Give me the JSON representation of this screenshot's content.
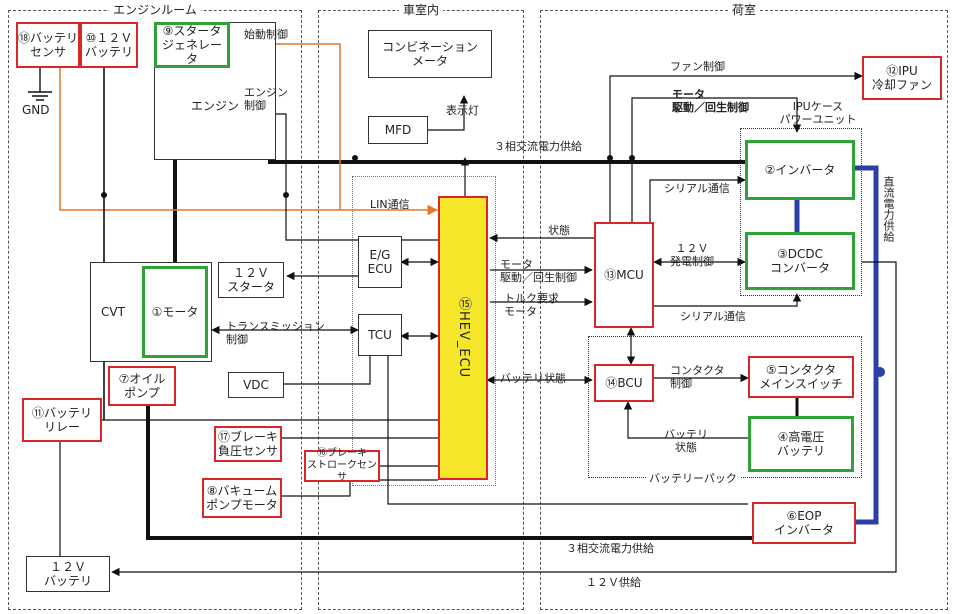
{
  "areas": {
    "engine_room": "エンジンルーム",
    "cabin": "車室内",
    "luggage": "荷室",
    "ipu_case": "IPUケース\nパワーユニット",
    "battery_pack": "バッテリーパック"
  },
  "components": {
    "battery_sensor": "⑱バッテリ\nセンサ",
    "battery_12v": "⑩１２Ｖ\nバッテリ",
    "starter_generator": "⑨スタータ\nジェネレータ",
    "engine": "エンジン",
    "gnd": "GND",
    "cvt": "CVT",
    "motor": "①モータ",
    "starter_12v": "１２Ｖ\nスタータ",
    "oil_pump": "⑦オイル\nポンプ",
    "battery_relay": "⑪バッテリ\nリレー",
    "brake_pressure_sensor": "⑰ブレーキ\n負圧センサ",
    "vacuum_pump_motor": "⑧バキューム\nポンプモータ",
    "battery_12v_bottom": "１２Ｖ\nバッテリ",
    "combination_meter": "コンビネーション\nメータ",
    "mfd": "MFD",
    "eg_ecu": "E/G\nECU",
    "tcu": "TCU",
    "vdc": "VDC",
    "brake_stroke_sensor": "⑯ブレーキ\nストロークセンサ",
    "hev_ecu": "⑮HEV_ECU",
    "ipu_fan": "⑫IPU\n冷却ファン",
    "inverter": "②インバータ",
    "dcdc": "③DCDC\nコンバータ",
    "mcu": "⑬MCU",
    "bcu": "⑭BCU",
    "contactor": "⑤コンタクタ\nメインスイッチ",
    "hv_battery": "④高電圧\nバッテリ",
    "eop_inverter": "⑥EOP\nインバータ"
  },
  "labels": {
    "start_control": "始動制御",
    "engine_control": "エンジン\n制御",
    "indicator": "表示灯",
    "fan_control": "ファン制御",
    "motor_drive_regen": "モータ\n駆動／回生制御",
    "three_phase_top": "３相交流電力供給",
    "serial_top": "シリアル通信",
    "lin": "LIN通信",
    "state": "状態",
    "gen_control_12v": "１２Ｖ\n発電制御",
    "motor_drive_regen_2": "モータ\n駆動／回生制御",
    "torque_request": "トルク要求\nモータ",
    "serial_bottom": "シリアル通信",
    "transmission_control": "トランスミッション\n制御",
    "battery_state": "バッテリ状態",
    "contactor_control": "コンタクタ\n制御",
    "battery_state_2": "バッテリ\n状態",
    "dc_supply": "直流電力供給",
    "three_phase_bottom": "３相交流電力供給",
    "supply_12v": "１２Ｖ供給"
  },
  "colors": {
    "highlight_red": "#d9262b",
    "highlight_green": "#2fa33a",
    "ecu_yellow": "#f5e629",
    "dc_blue": "#2b3fa8",
    "lin_orange": "#e8742a",
    "line_black": "#111111"
  }
}
